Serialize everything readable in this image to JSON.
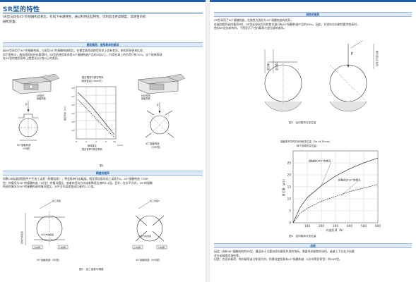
{
  "left": {
    "title": "SR型的特性",
    "intro": [
      "SR型与具有45°的接触构造相比，有如下卓越特性，通过利用这些特性，可制造出更高精度、高刚性的机",
      "械和装置。"
    ],
    "section1": {
      "heading": "额定载荷、使用寿命的差异",
      "text": [
        "因SR型采用了90°的接触构造，与采用45°的接触构造相比，在额定载荷或使用寿命上会有差异。依相同球径来比较，",
        "如下图所示，施加相同的径向载荷时，SR型的使用寿命是45°接触构造产品的2倍以上。作用在球上的负荷只有70%，这个结果表现",
        "在SR型的使用寿命上就是长出2倍以上的差异。"
      ]
    },
    "fig1": {
      "label_90": [
        "90°接触构造",
        "（SR型）"
      ],
      "label_45": [
        "45°接触构造",
        "（HSR型）"
      ],
      "label_90_small": [
        "SR型的",
        "接触构造"
      ],
      "label_45_small": [
        "HSR型的",
        "接触构造"
      ],
      "chart_title": [
        "额定载荷与额定寿命",
        "（钢球直径2.4mm时）"
      ],
      "xlabel": [
        "钢球直径",
        "额定载荷与额定寿命"
      ],
      "xunit": "(mm)",
      "ylabel": "额定寿命（km）",
      "yticks": [
        "10⁸",
        "10⁷",
        "10⁶",
        "10⁵",
        "10⁴",
        "10³"
      ],
      "xticks": [
        "0",
        "2",
        "3",
        "5",
        "10"
      ],
      "p_label": "P",
      "caption": "图1"
    },
    "section2": {
      "heading": "精度的差异",
      "text": [
        "如果LM轨道因相配件产生加工误差（研磨误差），将会影响行走精度。假定滑动面的加工误差为2。45°接触构造（HSR",
        "型）的情况与90°的接触构造（SR型）的情况相比，前者的径向方向误差降低后者的1.4倍。另外，在水平方向，45°的接触",
        "构造的情况与90°的接触构造的情况相比，水平方向误差变动后者的1.22倍。"
      ]
    },
    "fig2": {
      "left_label": "90°接触构造（SR型）",
      "right_label": "45°接触构造（HSR型）",
      "caption": "图2　加工误差与精度",
      "tags": [
        "加工误差",
        "水平方向误差",
        "上沟槽侧",
        "下沟槽侧",
        "径向方向误差",
        "加工误差δ",
        "水平方向误差",
        "上沟槽侧",
        "下沟槽侧"
      ]
    }
  },
  "right": {
    "section3": {
      "heading": "刚性的差异",
      "text": [
        "SR型采用了90°接触构造，在刚性方面也与45°接触构造有差异。",
        "在施加相同径向载荷P时，SR型在径向方向的变位量只有45°接触构造产品的56%。因此，对径向方向刚性要求较高时，",
        "使用SR型比较有利。下图显示了径向载荷与变位量的差异。"
      ]
    },
    "fig3": {
      "caption": "图3　径向载荷与变位量",
      "tags": [
        "变位量δ₁",
        "变位量δ₂",
        "径向方向变位量",
        "P"
      ]
    },
    "fig4": {
      "caption": "图4　径向载荷与变位量",
      "chart_title": [
        "接触角不同时的负荷和变位量［Da=6.35mm］",
        "（单个钢球的变位量）"
      ]
    },
    "section4": {
      "heading": "总结",
      "text": [
        "因此，具有90°接触结构的SR型，最适合于主要由径向载荷作用的场所，需要径向刚性的场所，或者上下左右方向要",
        "求行走精度的场所等。",
        "但是，在径向载荷、侧向载荷或力矩很大时，则建议使用具有45°接触构造（4方向等负荷型）的HSR型。"
      ]
    },
    "chart_data": {
      "type": "line",
      "title": "接触角不同时的负荷和变位量［Da=6.35mm］",
      "subtitle": "（单个钢球的变位量）",
      "xlabel": "外加负荷（N）",
      "ylabel": "变位量（μm）",
      "xlim": [
        0,
        600
      ],
      "ylim": [
        0,
        30
      ],
      "xticks": [
        100,
        200,
        300,
        400,
        500,
        600
      ],
      "yticks": [
        0,
        5,
        10,
        15,
        20,
        25
      ],
      "series": [
        {
          "name": "接触角为45°的情况",
          "color": "#333333",
          "x": [
            0,
            50,
            100,
            200,
            300,
            400,
            500,
            600
          ],
          "y": [
            0,
            6.5,
            10.5,
            15.5,
            19.5,
            22.5,
            25,
            27
          ]
        },
        {
          "name": "接触角为90°的情况",
          "color": "#333333",
          "x": [
            0,
            50,
            100,
            200,
            300,
            400,
            500,
            600
          ],
          "y": [
            0,
            4,
            6,
            9,
            11,
            13,
            14.5,
            16
          ]
        }
      ]
    }
  }
}
